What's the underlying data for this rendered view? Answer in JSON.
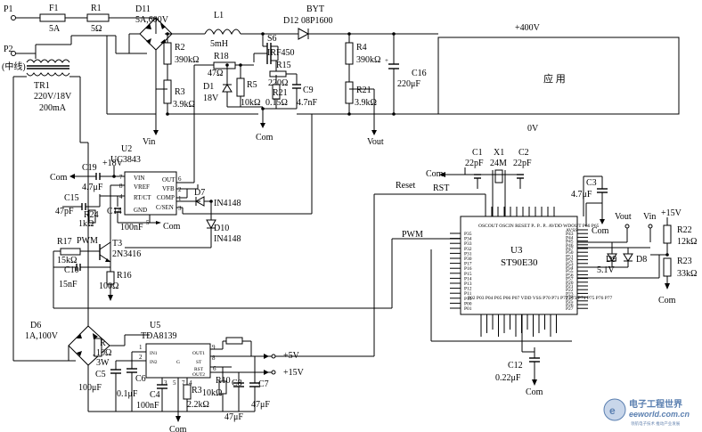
{
  "power_input": {
    "p1": "P1",
    "p2": "P2",
    "neutral": "(中线)",
    "f1": "F1",
    "f1_value": "5A",
    "r1": "R1",
    "r1_value": "5Ω"
  },
  "transformer": {
    "name": "TR1",
    "rating": "220V/18V",
    "current": "200mA"
  },
  "bridge_d11": {
    "name": "D11",
    "rating": "5A,600V"
  },
  "inductor": {
    "name": "L1",
    "value": "5mH"
  },
  "divider_left": {
    "r2": "R2",
    "r2_value": "390kΩ",
    "r3": "R3",
    "r3_value": "3.9kΩ",
    "vin": "Vin"
  },
  "gate_drive": {
    "r18": "R18",
    "r18_value": "47Ω",
    "d1": "D1",
    "d1_value": "18V",
    "r5": "R5",
    "r5_value": "10kΩ",
    "r15": "R15",
    "r15_value": "220Ω",
    "r21": "R21",
    "r21_value": "0.15Ω",
    "c9": "C9",
    "c9_value": "4.7nF",
    "com": "Com"
  },
  "mosfet": {
    "name": "S6",
    "part": "IRF450"
  },
  "boost_diode": {
    "name": "D12",
    "part": "08P1600",
    "brand": "BYT"
  },
  "divider_right": {
    "r4": "R4",
    "r4_value": "390kΩ",
    "r21": "R21",
    "r21_value": "3.9kΩ",
    "vout": "Vout"
  },
  "output": {
    "c16": "C16",
    "c16_value": "220μF",
    "plus400": "+400V",
    "zero": "0V",
    "load": "应  用"
  },
  "u2": {
    "name": "U2",
    "part": "UC3843",
    "supply": "+18V",
    "pins": {
      "vin": "VIN",
      "vref": "VREF",
      "rtct": "RT/CT",
      "gnd": "GND",
      "out": "OUT",
      "vfb": "VFB",
      "comp": "COMP",
      "csen": "C/SEN"
    },
    "pin_numbers": [
      "7",
      "8",
      "4",
      "5",
      "6",
      "2",
      "1",
      "3"
    ],
    "c19": "C19",
    "c19_value": "4.7μF",
    "com": "Com",
    "c15": "C15",
    "c15_value": "47pF",
    "r24": "R24",
    "r24_value": "1kΩ",
    "c14": "C14",
    "c14_value": "100nF"
  },
  "diodes_u2": {
    "d7": "D7",
    "d7_part": "IN4148",
    "d10": "D10",
    "d10_part": "IN4148"
  },
  "t3_stage": {
    "pwm": "PWM",
    "r17": "R17",
    "r17_value": "15kΩ",
    "t3": "T3",
    "t3_part": "2N3416",
    "c10": "C10",
    "c10_value": "15nF",
    "r16": "R16",
    "r16_value": "100Ω"
  },
  "crystal": {
    "c1": "C1",
    "c1_value": "22pF",
    "x1": "X1",
    "x1_value": "24M",
    "c2": "C2",
    "c2_value": "22pF",
    "com": "Com"
  },
  "mcu": {
    "name": "U3",
    "part": "ST90E30",
    "reset": "Reset",
    "rst": "RST",
    "pwm": "PWM",
    "top_pins": "OSCOUT OSCIN RESET P.. P.. P.. AVDD WDOUT P66 P65",
    "left_pins": [
      "P35",
      "P34",
      "P33",
      "P32",
      "P31",
      "P30",
      "P17",
      "P16",
      "P15",
      "P14",
      "P13",
      "P12",
      "P11",
      "P10",
      "P00",
      "P01"
    ],
    "right_pins": [
      "AVSS",
      "P43",
      "P44",
      "P45",
      "P46",
      "P47",
      "P50",
      "P51",
      "P52",
      "P53",
      "P54",
      "P55",
      "P56",
      "P57",
      "P20",
      "P21",
      "P22",
      "P23",
      "P24",
      "P25",
      "P26",
      "P27"
    ],
    "bottom_pins": "P02 P03 P04 P05 P06 P07 VDD VSS P70 P71 P72 P73 P74 P75 P76 P77"
  },
  "right_side": {
    "c3": "C3",
    "c3_value": "4.7μF",
    "com": "Com",
    "vout": "Vout",
    "vin": "Vin",
    "d9": "D9",
    "d9_value": "5.1V",
    "d8": "D8",
    "plus15": "+15V",
    "r22": "R22",
    "r22_value": "12kΩ",
    "r23": "R23",
    "r23_value": "33kΩ",
    "com2": "Com"
  },
  "c12": {
    "name": "C12",
    "value": "0.22μF",
    "com": "Com"
  },
  "aux_supply": {
    "d6": "D6",
    "d6_rating": "1A,100V",
    "r": "R",
    "r_value": "10Ω",
    "r_power": "3W",
    "c5": "C5",
    "c5_value": "100μF"
  },
  "u5": {
    "name": "U5",
    "part": "TDA8139",
    "pin_labels": {
      "in1": "IN1",
      "in2": "IN2",
      "out1": "OUT1",
      "out2": "OUT2",
      "st": "ST",
      "rst": "RST",
      "gnd": "G"
    },
    "pin_numbers": [
      "1",
      "2",
      "3",
      "4",
      "5",
      "6",
      "7",
      "8",
      "9"
    ],
    "plus5": "+5V",
    "plus15": "+15V",
    "c6": "C6",
    "c6_value": "0.1μF",
    "c4": "C4",
    "c4_value": "100nF",
    "c7": "C7",
    "c7_value": "47μF",
    "c8": "C8",
    "c8_value": "47μF",
    "r10": "R10",
    "r10_value": "10kΩ",
    "r3": "R3",
    "r3_value": "2.2kΩ",
    "com": "Com"
  },
  "watermark": {
    "brand": "电子工程世界",
    "url": "eeworld.com.cn",
    "slogan": "领航电子技术 推动产业发展"
  },
  "colors": {
    "ink": "#000000",
    "watermark": "#5a7fb0"
  }
}
